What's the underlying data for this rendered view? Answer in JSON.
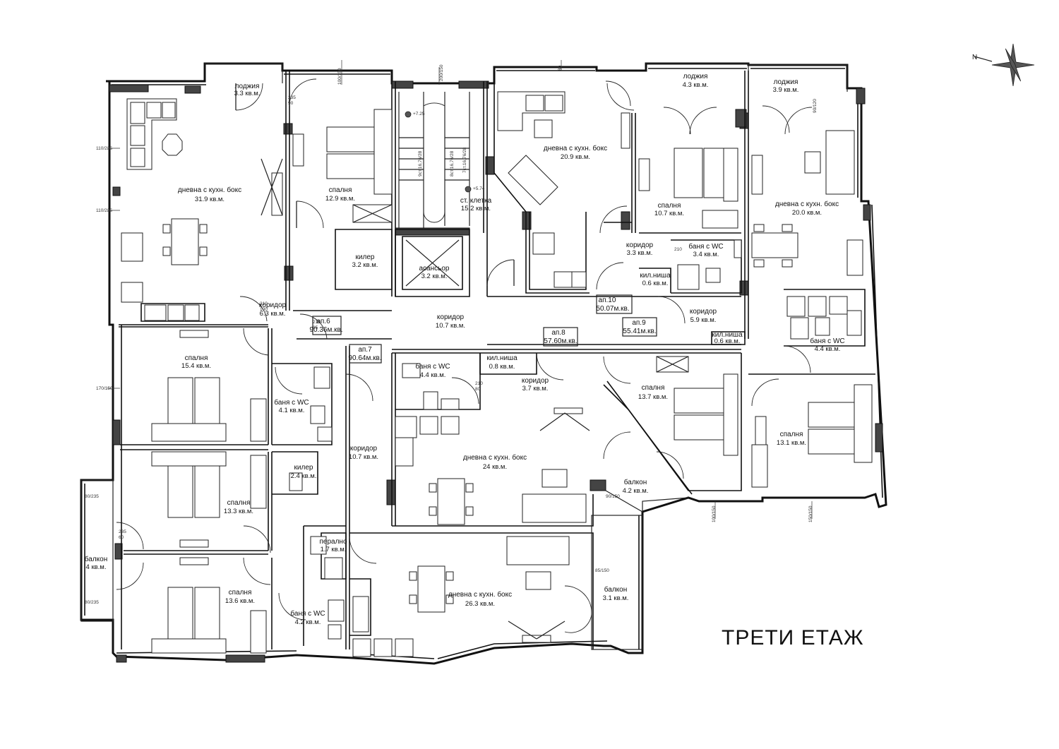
{
  "floor_title": "ТРЕТИ   ЕТАЖ",
  "compass_icon": "north-arrow-icon",
  "rooms": [
    {
      "name": "лоджия",
      "area": "3.3 кв.м."
    },
    {
      "name": "дневна с кухн. бокс",
      "area": "31.9 кв.м."
    },
    {
      "name": "спалня",
      "area": "12.9 кв.м."
    },
    {
      "name": "килер",
      "area": "3.2 кв.м."
    },
    {
      "name": "асансьор",
      "area": "3.2 кв.м."
    },
    {
      "name": "ст. клетка",
      "area": "15.2 кв.м."
    },
    {
      "name": "дневна с кухн. бокс",
      "area": "20.9 кв.м."
    },
    {
      "name": "лоджия",
      "area": "4.3 кв.м."
    },
    {
      "name": "спалня",
      "area": "10.7 кв.м."
    },
    {
      "name": "лоджия",
      "area": "3.9 кв.м."
    },
    {
      "name": "дневна с кухн. бокс",
      "area": "20.0 кв.м."
    },
    {
      "name": "коридор",
      "area": "3.3 кв.м."
    },
    {
      "name": "баня с WC",
      "area": "3.4 кв.м."
    },
    {
      "name": "кил.ниша",
      "area": "0.6 кв.м."
    },
    {
      "name": "коридор",
      "area": "6.3 кв.м."
    },
    {
      "name": "коридор",
      "area": "10.7 кв.м."
    },
    {
      "name": "коридор",
      "area": "5.9 кв.м."
    },
    {
      "name": "кил.ниша",
      "area": "0.6 кв.м."
    },
    {
      "name": "баня с WC",
      "area": "4.4 кв.м."
    },
    {
      "name": "спалня",
      "area": "15.4 кв.м."
    },
    {
      "name": "баня с WC",
      "area": "4.1 кв.м."
    },
    {
      "name": "баня с WC",
      "area": "4.4 кв.м."
    },
    {
      "name": "кил.ниша",
      "area": "0.8 кв.м."
    },
    {
      "name": "коридор",
      "area": "3.7 кв.м."
    },
    {
      "name": "спалня",
      "area": "13.7 кв.м."
    },
    {
      "name": "спалня",
      "area": "13.1 кв.м."
    },
    {
      "name": "коридор",
      "area": "10.7 кв.м."
    },
    {
      "name": "дневна с кухн. бокс",
      "area": "24 кв.м."
    },
    {
      "name": "килер",
      "area": "2.4 кв.м."
    },
    {
      "name": "спалня",
      "area": "13.3 кв.м."
    },
    {
      "name": "балкон",
      "area": "4.2 кв.м."
    },
    {
      "name": "балкон",
      "area": "4 кв.м."
    },
    {
      "name": "перално",
      "area": "1.7 кв.м."
    },
    {
      "name": "спалня",
      "area": "13.6 кв.м."
    },
    {
      "name": "баня с WC",
      "area": "4.2 кв.м."
    },
    {
      "name": "дневна с кухн. бокс",
      "area": "26.3 кв.м."
    },
    {
      "name": "балкон",
      "area": "3.1 кв.м."
    }
  ],
  "apartments": [
    {
      "name": "ап.6",
      "area": "90.36м.кв."
    },
    {
      "name": "ап.7",
      "area": "90.64м.кв."
    },
    {
      "name": "ап.8",
      "area": "57.60м.кв."
    },
    {
      "name": "ап.9",
      "area": "55.41м.кв."
    },
    {
      "name": "ап.10",
      "area": "50.07м.кв."
    }
  ],
  "stair_marks": [
    "+7.25",
    "+5.74",
    "9ст.16,76/28",
    "8ст.16,76/28",
    "7ст.16,76/28"
  ],
  "dimensions": [
    "110/235",
    "110/235",
    "170/150",
    "80/235",
    "80/235",
    "85/150",
    "90/150",
    "100/150",
    "150/150",
    "100/150",
    "90/120",
    "200/150",
    "80",
    "235",
    "90",
    "210",
    "100",
    "210",
    "85",
    "235",
    "60",
    "210",
    "80",
    "210"
  ]
}
